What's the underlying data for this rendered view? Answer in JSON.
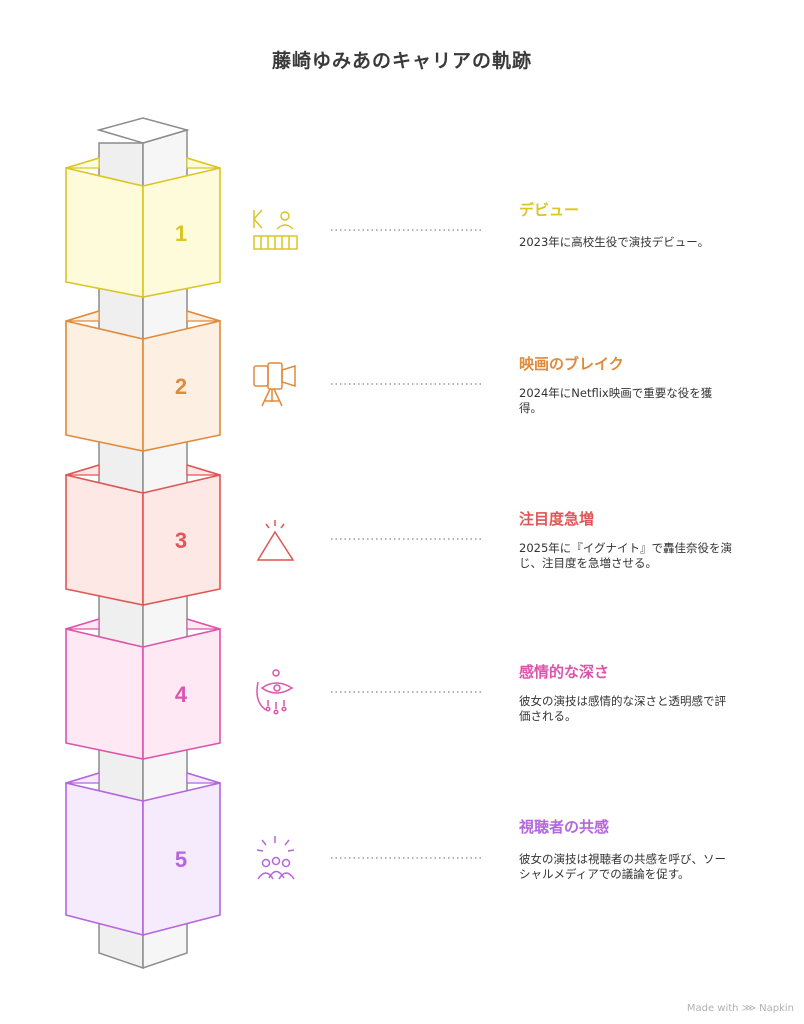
{
  "title": "藤崎ゆみあのキャリアの軌跡",
  "steps": [
    {
      "number": "1",
      "title": "デビュー",
      "desc": "2023年に高校生役で演技デビュー。",
      "icon": "stage-audience-icon",
      "color": "#d9c625",
      "fill": "#fdfbd9"
    },
    {
      "number": "2",
      "title": "映画のブレイク",
      "desc": "2024年にNetflix映画で重要な役を獲得。",
      "icon": "movie-camera-icon",
      "color": "#e08a3c",
      "fill": "#fdf0e3"
    },
    {
      "number": "3",
      "title": "注目度急増",
      "desc": "2025年に『イグナイト』で轟佳奈役を演じ、注目度を急増させる。",
      "icon": "rising-triangle-icon",
      "color": "#e05555",
      "fill": "#fde8e6"
    },
    {
      "number": "4",
      "title": "感情的な深さ",
      "desc": "彼女の演技は感情的な深さと透明感で評価される。",
      "icon": "crying-eye-icon",
      "color": "#dd55aa",
      "fill": "#fde8f4"
    },
    {
      "number": "5",
      "title": "視聴者の共感",
      "desc": "彼女の演技は視聴者の共感を呼び、ソーシャルメディアでの議論を促す。",
      "icon": "celebrating-people-icon",
      "color": "#b466dd",
      "fill": "#f6eafd"
    }
  ],
  "footer": {
    "made_with": "Made with",
    "brand": "Napkin"
  }
}
